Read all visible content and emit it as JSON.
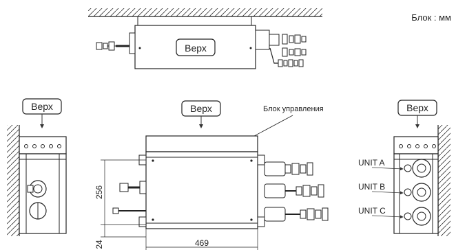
{
  "units_note": "Блок : мм",
  "top_view": {
    "label": "Верх"
  },
  "left_view": {
    "label": "Верх"
  },
  "front_view": {
    "label": "Верх",
    "control_box_label": "Блок управления",
    "dim_height": "256",
    "dim_offset": "24",
    "dim_width": "469"
  },
  "right_view": {
    "label": "Верх",
    "ports": [
      "UNIT A",
      "UNIT B",
      "UNIT C"
    ]
  }
}
